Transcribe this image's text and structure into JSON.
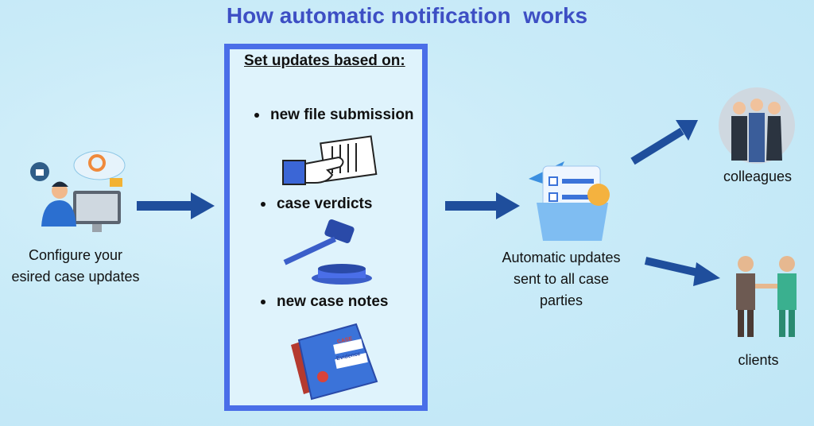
{
  "title": "How automatic notification  works",
  "left_caption": [
    "Configure your",
    "esired case updates"
  ],
  "panel": {
    "heading": "Set updates based on:",
    "items": [
      "new file submission",
      "case verdicts",
      "new case notes"
    ],
    "folder_labels": [
      "CASE",
      "Evidence"
    ]
  },
  "middle_caption": [
    "Automatic updates",
    "sent to all case",
    "parties"
  ],
  "recipients": [
    "colleagues",
    "clients"
  ],
  "colors": {
    "title": "#3d4fc4",
    "arrow": "#1f4e9c",
    "panel_border": "#4a6ee8"
  }
}
